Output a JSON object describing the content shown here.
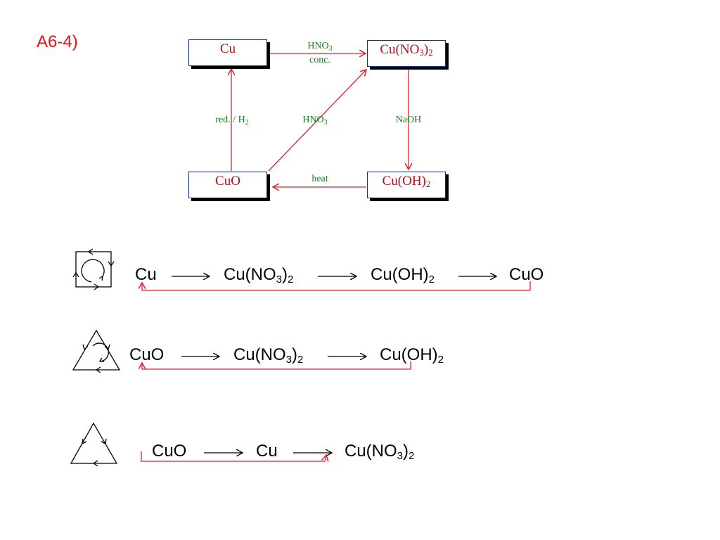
{
  "title": "A6-4)",
  "diagram": {
    "nodes": {
      "cu": "Cu",
      "cuno3": {
        "base": "Cu(NO",
        "s1": "3",
        "mid": ")",
        "s2": "2"
      },
      "cuo": "CuO",
      "cuoh": {
        "base": "Cu(OH)",
        "s1": "2"
      }
    },
    "labels": {
      "top": {
        "l1": "HNO",
        "l1sub": "3",
        "l2": "conc."
      },
      "right": "NaOH",
      "bottom": "heat",
      "left": {
        "text": "red. / H",
        "sub": "2"
      },
      "diag": {
        "text": "HNO",
        "sub": "3"
      }
    }
  },
  "sequences": {
    "row1": {
      "a": "Cu",
      "b": "Cu(NO",
      "b3": "3",
      "bp": ")",
      "b2": "2",
      "c": "Cu(OH)",
      "c2": "2",
      "d": "CuO"
    },
    "row2": {
      "a": "CuO",
      "b": "Cu(NO",
      "b3": "3",
      "bp": ")",
      "b2": "2",
      "c": "Cu(OH)",
      "c2": "2"
    },
    "row3": {
      "a": "CuO",
      "b": "Cu",
      "c": "Cu(NO",
      "c3": "3",
      "cp": ")",
      "c2": "2"
    }
  },
  "colors": {
    "title": "#e8101a",
    "arrow": "#e0202a",
    "boxText": "#b0101a",
    "boxBorder": "#1a2c8c",
    "label": "#15801f"
  }
}
